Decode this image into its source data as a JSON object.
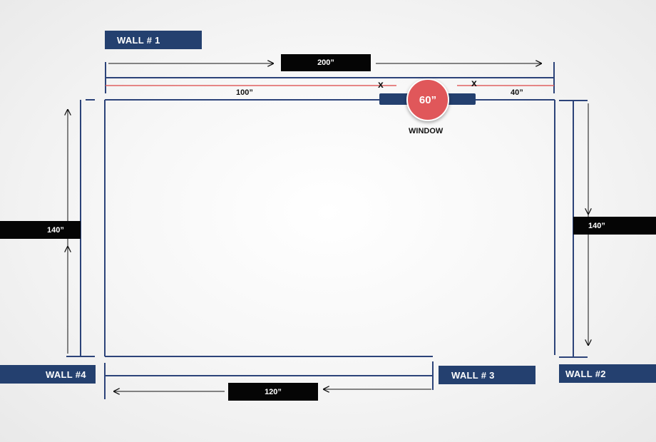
{
  "walls": {
    "wall1": "WALL # 1",
    "wall2": "WALL  #2",
    "wall3": "WALL # 3",
    "wall4": "WALL  #4"
  },
  "dimensions": {
    "top_total": "200”",
    "top_left_segment": "100”",
    "top_right_segment": "40”",
    "left_height": "140”",
    "right_height": "140”",
    "bottom_length": "120”"
  },
  "window": {
    "width": "60”",
    "label": "WINDOW"
  },
  "markers": {
    "left_x": "x",
    "right_x": "x"
  },
  "colors": {
    "wall_line": "#2c4379",
    "label_blue": "#24406f",
    "label_black": "#050505",
    "accent_red": "#e0575a",
    "red_line": "#e06060"
  }
}
